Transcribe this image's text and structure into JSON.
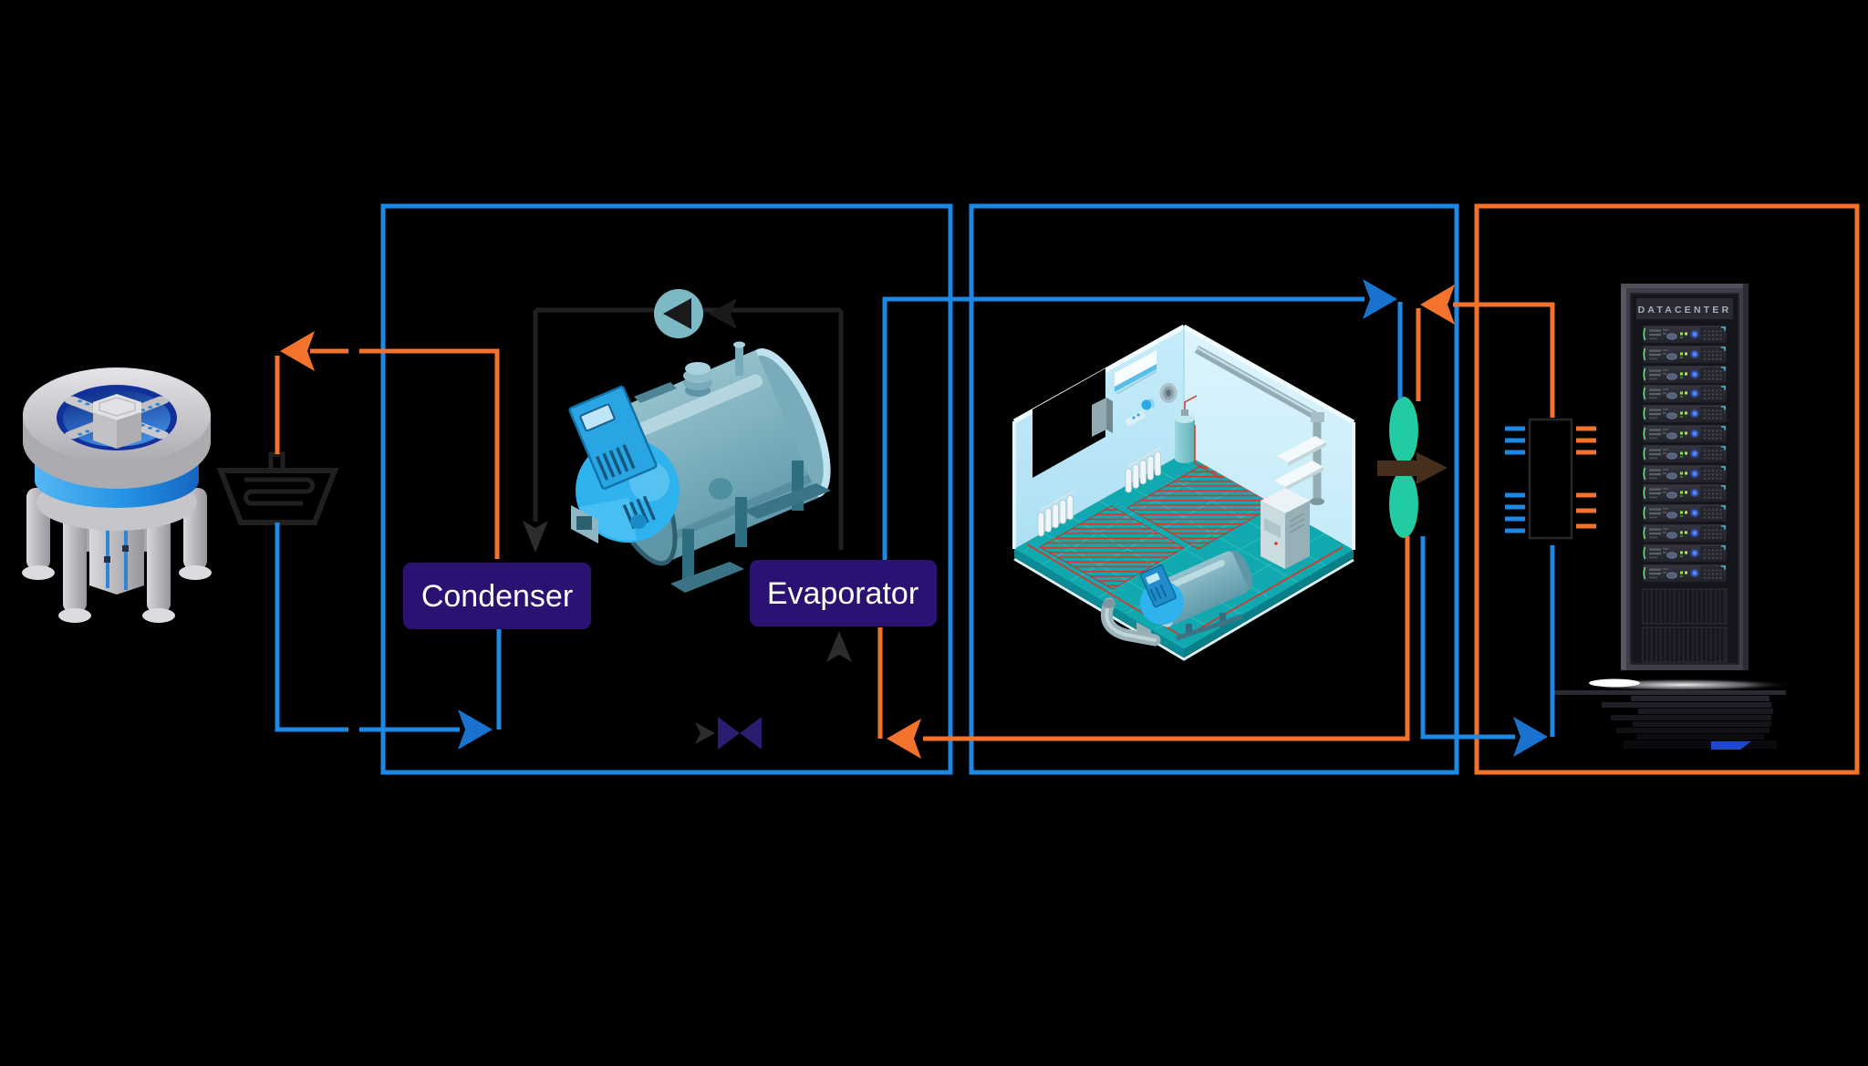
{
  "diagram": {
    "background_color": "#000000",
    "section_boxes": {
      "chiller_plant_color": "#1E88E5",
      "plant_room_color": "#1E88E5",
      "data_center_color": "#F4732C"
    },
    "labels": {
      "condenser": "Condenser",
      "evaporator": "Evaporator"
    },
    "rack": {
      "header_label": "DATACENTER",
      "server_unit_count": 13,
      "mesh_panel_count": 2
    },
    "colors": {
      "cool_line": "#1E88E5",
      "cool_arrow": "#1973CE",
      "warm_line": "#F4732C",
      "warm_arrow": "#F4732C",
      "refrigerant_line": "#202020",
      "small_arrow": "#2D2D2D",
      "label_box_fill": "#2B1172",
      "label_text_color": "#FFFFFF",
      "valve_fill": "#2A1C6E",
      "fan_blade_fill": "#22CBA2",
      "airflow_arrow_fill": "#46301D",
      "rack_header_text": "#A9AFBA",
      "led_green": "#8FE34A",
      "led_blue": "#4D8BFF"
    }
  }
}
